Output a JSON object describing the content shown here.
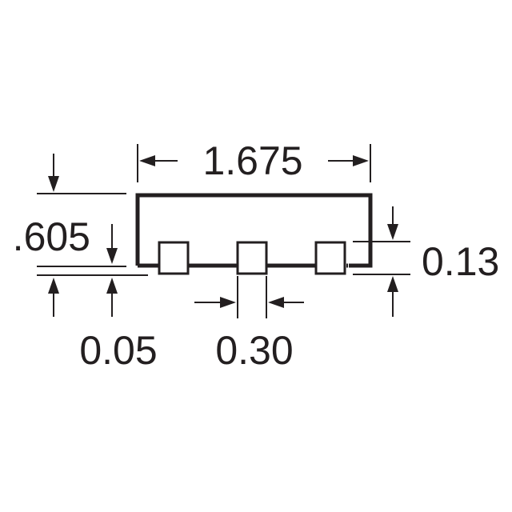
{
  "diagram": {
    "dimensions": {
      "overall_width": "1.675",
      "overall_height": ".605",
      "standoff": "0.05",
      "pad_pitch_gap": "0.30",
      "pad_height": "0.13"
    },
    "colors": {
      "ink": "#231f20",
      "background": "#ffffff"
    }
  }
}
